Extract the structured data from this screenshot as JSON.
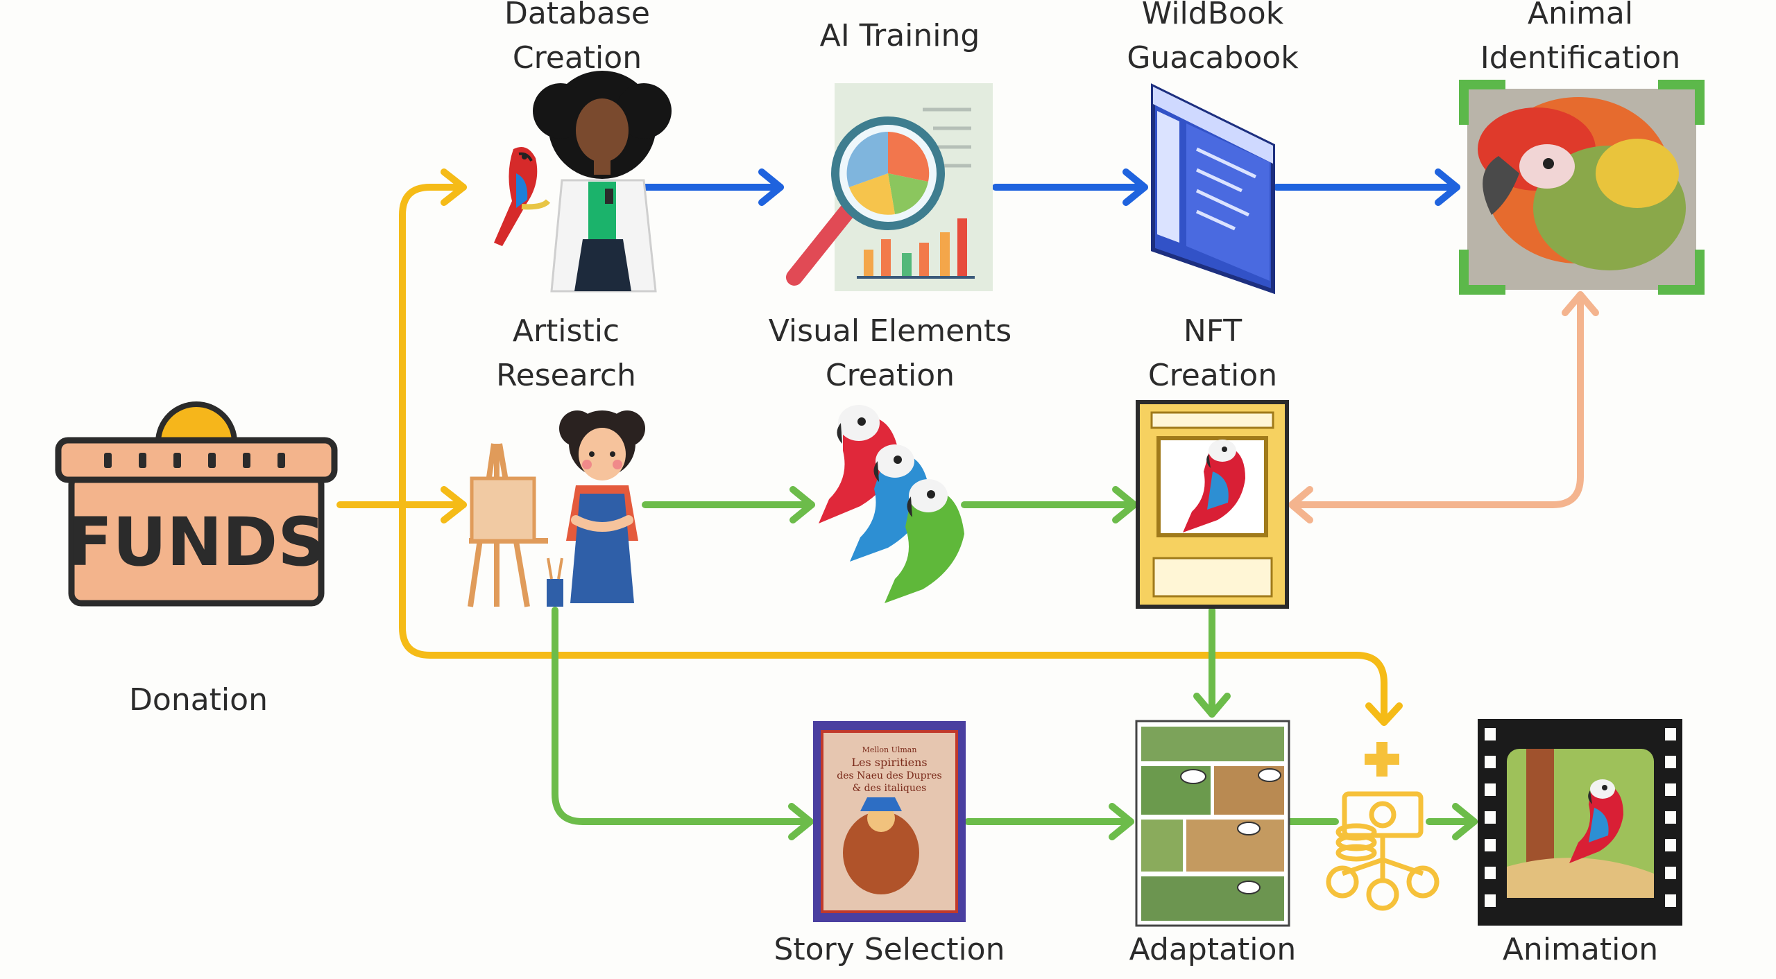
{
  "nodes": {
    "funds": {
      "badge": "FUNDS",
      "label": "Donation"
    },
    "database": {
      "line1": "Database",
      "line2": "Creation"
    },
    "ai_training": {
      "line1": "AI Training"
    },
    "wildbook": {
      "line1": "WildBook",
      "line2": "Guacabook"
    },
    "animal_id": {
      "line1": "Animal",
      "line2": "Identification"
    },
    "artistic": {
      "line1": "Artistic",
      "line2": "Research"
    },
    "visual": {
      "line1": "Visual Elements",
      "line2": "Creation"
    },
    "nft": {
      "line1": "NFT",
      "line2": "Creation"
    },
    "story": {
      "line1": "Story Selection"
    },
    "adaptation": {
      "line1": "Adaptation"
    },
    "animation": {
      "line1": "Animation"
    }
  },
  "book_cover": {
    "author": "Mellon Ulman",
    "title_1": "Les spiritiens",
    "title_2": "des Naeu des Dupres",
    "title_3": "& des italiques"
  },
  "colors": {
    "funding": "#f5bb17",
    "research": "#1f63de",
    "art": "#6cbc4a",
    "feedback": "#f4b48e",
    "box": "#f3b48c",
    "frame": "#5cb84a",
    "ink": "#2b2b2b"
  },
  "icons": {
    "funds": "funds-box-icon",
    "database": "scientist-with-parrot-icon",
    "ai_training": "magnifier-chart-icon",
    "wildbook": "web-window-icon",
    "animal_id": "parrot-photo-icon",
    "artistic": "artist-with-easel-icon",
    "visual": "three-parrots-icon",
    "nft": "parrot-card-icon",
    "story": "book-cover-icon",
    "adaptation": "comic-page-icon",
    "revenue": "money-network-icon",
    "animation": "film-strip-icon"
  }
}
